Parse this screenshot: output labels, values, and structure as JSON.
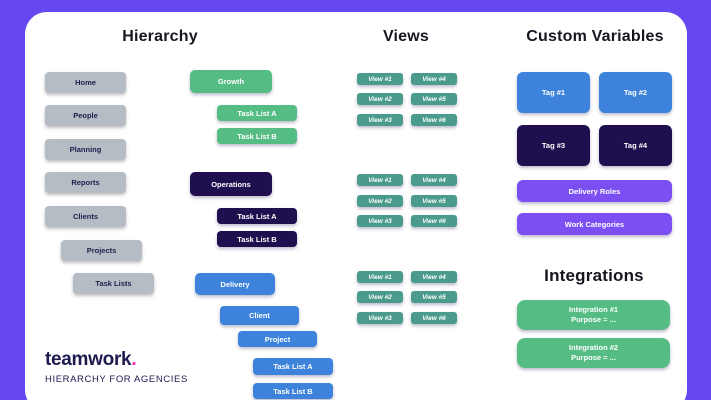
{
  "page": {
    "background_color": "#6748f0",
    "card_color": "#ffffff"
  },
  "brand": {
    "logo_text": "teamwork",
    "logo_dot": ".",
    "logo_dot_color": "#ff22b1",
    "tagline": "HIERARCHY FOR AGENCIES"
  },
  "hierarchy": {
    "title": "Hierarchy",
    "nav_items": [
      "Home",
      "People",
      "Planning",
      "Reports",
      "Clients",
      "Projects",
      "Task Lists"
    ],
    "nav_color": "#b6bcc3",
    "teams": [
      {
        "name": "Growth",
        "color": "#55bd84",
        "children": [
          "Task List A",
          "Task List B"
        ]
      },
      {
        "name": "Operations",
        "color": "#200f4e",
        "children": [
          "Task List A",
          "Task List B"
        ]
      },
      {
        "name": "Delivery",
        "color": "#3d83dc",
        "children": [
          "Client",
          "Project",
          "Task List A",
          "Task List B"
        ]
      }
    ]
  },
  "views": {
    "title": "Views",
    "button_color": "#4a9b8b",
    "groups": [
      [
        "View #1",
        "View #2",
        "View #3",
        "View #4",
        "View #5",
        "View #6"
      ],
      [
        "View #1",
        "View #2",
        "View #3",
        "View #4",
        "View #5",
        "View #6"
      ],
      [
        "View #1",
        "View #2",
        "View #3",
        "View #4",
        "View #5",
        "View #6"
      ]
    ]
  },
  "custom_variables": {
    "title": "Custom Variables",
    "tags": [
      {
        "label": "Tag #1",
        "color": "#3d83dc"
      },
      {
        "label": "Tag #2",
        "color": "#3d83dc"
      },
      {
        "label": "Tag #3",
        "color": "#200f4e"
      },
      {
        "label": "Tag #4",
        "color": "#200f4e"
      }
    ],
    "buttons": [
      "Delivery Roles",
      "Work Categories"
    ],
    "button_color": "#7b4ff2"
  },
  "integrations": {
    "title": "Integrations",
    "color": "#55bd84",
    "items": [
      {
        "name": "Integration #1",
        "purpose": "Purpose = ..."
      },
      {
        "name": "Integration #2",
        "purpose": "Purpose = ..."
      }
    ]
  }
}
